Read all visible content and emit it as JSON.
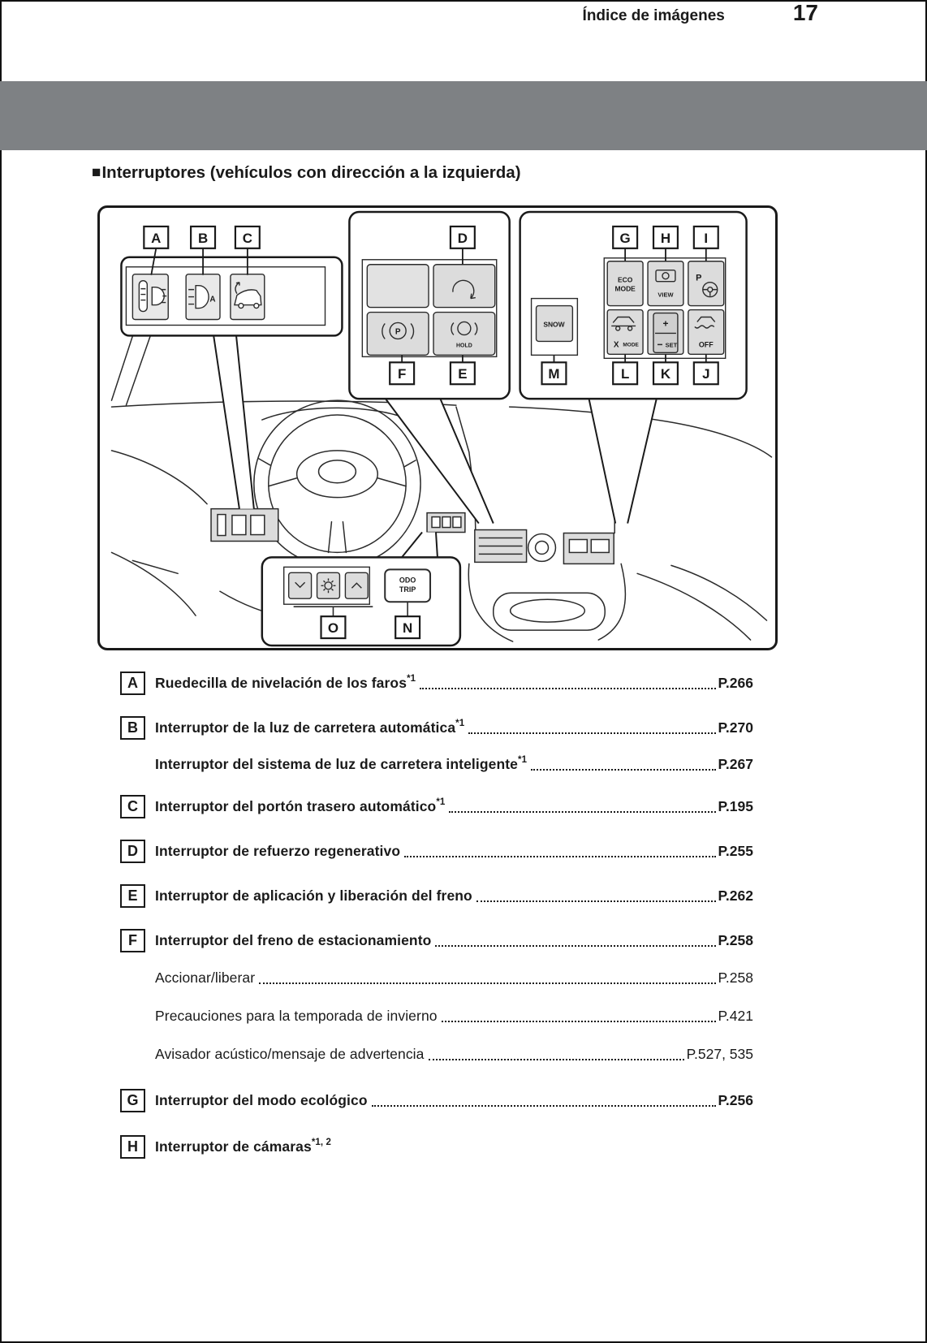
{
  "colors": {
    "band_gray": "#7e8184",
    "panel_gray": "#dcdcdc"
  },
  "header": {
    "title": "Índice de imágenes",
    "page_number": "17"
  },
  "section": {
    "bullet": "■",
    "title": "Interruptores (vehículos con dirección a la izquierda)"
  },
  "diagram": {
    "labels": {
      "A": "A",
      "B": "B",
      "C": "C",
      "D": "D",
      "E": "E",
      "F": "F",
      "G": "G",
      "H": "H",
      "I": "I",
      "J": "J",
      "K": "K",
      "L": "L",
      "M": "M",
      "N": "N",
      "O": "O"
    },
    "switches": {
      "headlight_auto_a": "A",
      "eco_top": "ECO",
      "eco_bottom": "MODE",
      "view": "VIEW",
      "parking_assist_p": "P",
      "snow": "SNOW",
      "xmode_x": "X",
      "xmode_mode": "MODE",
      "set_plus": "+",
      "set": "SET",
      "off": "OFF",
      "parking_brake_p": "P",
      "hold": "HOLD",
      "odo_top": "ODO",
      "odo_bottom": "TRIP"
    }
  },
  "index": {
    "items": [
      {
        "letter": "A",
        "rows": [
          {
            "text": "Ruedecilla de nivelación de los faros",
            "sup": "*1",
            "page": "P.266"
          }
        ]
      },
      {
        "letter": "B",
        "rows": [
          {
            "text": "Interruptor de la luz de carretera automática",
            "sup": "*1",
            "page": "P.270"
          },
          {
            "text": "Interruptor del sistema de luz de carretera inteligente",
            "sup": "*1",
            "page": "P.267"
          }
        ]
      },
      {
        "letter": "C",
        "rows": [
          {
            "text": "Interruptor del portón trasero automático",
            "sup": "*1",
            "page": "P.195"
          }
        ]
      },
      {
        "letter": "D",
        "rows": [
          {
            "text": "Interruptor de refuerzo regenerativo",
            "sup": "",
            "page": "P.255"
          }
        ]
      },
      {
        "letter": "E",
        "rows": [
          {
            "text": "Interruptor de aplicación y liberación del freno",
            "sup": "",
            "page": "P.262"
          }
        ]
      },
      {
        "letter": "F",
        "rows": [
          {
            "text": "Interruptor del freno de estacionamiento",
            "sup": "",
            "page": "P.258"
          },
          {
            "text": "Accionar/liberar",
            "sup": "",
            "page": "P.258"
          },
          {
            "text": "Precauciones para la temporada de invierno",
            "sup": "",
            "page": "P.421"
          },
          {
            "text": "Avisador acústico/mensaje de advertencia",
            "sup": "",
            "page": "P.527, 535"
          }
        ]
      },
      {
        "letter": "G",
        "rows": [
          {
            "text": "Interruptor del modo ecológico",
            "sup": "",
            "page": "P.256"
          }
        ]
      },
      {
        "letter": "H",
        "rows": [
          {
            "text": "Interruptor de cámaras",
            "sup": "*1, 2",
            "page": ""
          }
        ]
      }
    ]
  }
}
